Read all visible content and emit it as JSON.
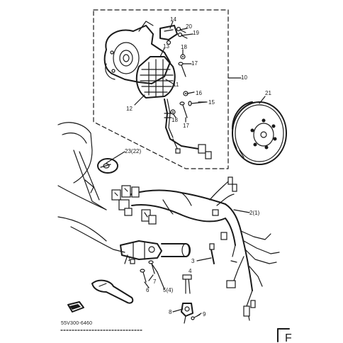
{
  "part_labels": {
    "p1": "1",
    "p2": "2(1)",
    "p3": "3",
    "p4": "4",
    "p5": "5(4)",
    "p6": "6",
    "p7": "7",
    "p8": "8",
    "p9": "9",
    "p10": "10",
    "p11": "11",
    "p12": "12",
    "p13": "13",
    "p14": "14",
    "p15": "15",
    "p16": "16",
    "p17a": "17",
    "p17b": "17",
    "p18a": "18",
    "p18b": "18",
    "p19": "19",
    "p20": "20",
    "p21": "21",
    "p23": "23(22)"
  },
  "catalog_code": "55V300-6460",
  "corner_mark": "F"
}
